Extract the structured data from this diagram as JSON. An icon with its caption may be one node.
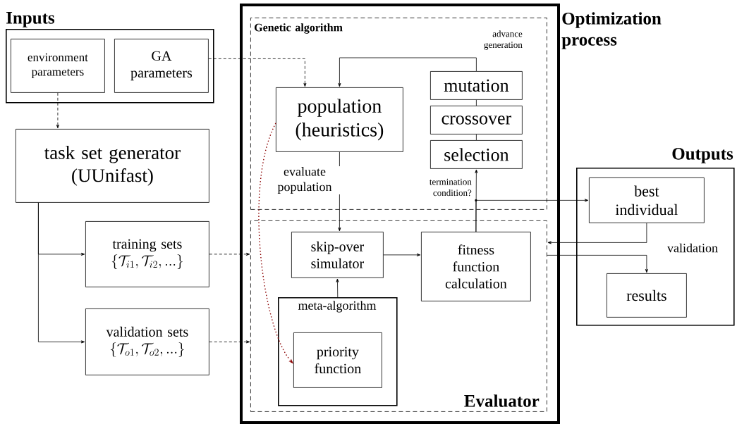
{
  "diagram": {
    "nodes": [
      {
        "text": [
          "Inputs"
        ]
      },
      {
        "text": [
          "environment parameters"
        ],
        "in": 0
      },
      {
        "text": [
          "GA parameters"
        ],
        "in": 0
      },
      {
        "text": [
          "task set generator (UUnifast)"
        ]
      },
      {
        "text": [
          "training sets",
          "\\{\\mathcal{T}_{i1}, \\mathcal{T}_{i2}, ...\\}"
        ]
      },
      {
        "text": [
          "validation sets",
          "\\{\\mathcal{T}_{o1}, \\mathcal{T}_{o2}, ...\\}"
        ]
      },
      {
        "text": [
          "Optimization process"
        ]
      },
      {
        "text": [
          "Genetic algorithm"
        ],
        "in": 6
      },
      {
        "text": [
          "population (heuristics)"
        ],
        "in": 7
      },
      {
        "text": [
          "mutation"
        ],
        "in": 7
      },
      {
        "text": [
          "crossover"
        ],
        "in": 7
      },
      {
        "text": [
          "selection"
        ],
        "in": 7
      },
      {
        "text": [
          "Evaluator"
        ],
        "in": 6
      },
      {
        "text": [
          "skip-over simulator"
        ],
        "in": 12
      },
      {
        "text": [
          "fitness function calculation"
        ],
        "in": 12
      },
      {
        "text": [
          "meta-algorithm"
        ],
        "in": 12
      },
      {
        "text": [
          "priority function"
        ],
        "in": 15
      },
      {
        "text": [
          "Outputs"
        ]
      },
      {
        "text": [
          "best individual"
        ],
        "in": 17
      },
      {
        "text": [
          "results"
        ],
        "in": 17
      }
    ],
    "edges": [
      {
        "from": 1,
        "to": 3,
        "arrow": "to",
        "style": "dashed"
      },
      {
        "from": 2,
        "to": 8,
        "arrow": "to",
        "style": "dashed"
      },
      {
        "from": 9,
        "to": 8,
        "arrow": "to",
        "label": "advance generation"
      },
      {
        "from": 10,
        "to": 9,
        "arrow": "none"
      },
      {
        "from": 11,
        "to": 10,
        "arrow": "none"
      },
      {
        "from": 8,
        "to": 13,
        "arrow": "to",
        "label": "evaluate population"
      },
      {
        "from": 14,
        "to": 11,
        "arrow": "to",
        "label": "termination condition?"
      },
      {
        "from": 14,
        "to": 18,
        "arrow": "to"
      },
      {
        "from": 13,
        "to": 14,
        "arrow": "to"
      },
      {
        "from": 15,
        "to": 13,
        "arrow": "to"
      },
      {
        "from": 8,
        "to": 16,
        "arrow": "to",
        "style": "dashed",
        "color": "#8b0000"
      },
      {
        "from": 4,
        "to": 12,
        "arrow": "to",
        "style": "dashed"
      },
      {
        "from": 5,
        "to": 12,
        "arrow": "to",
        "style": "dashed"
      },
      {
        "from": 3,
        "to": 4,
        "arrow": "to"
      },
      {
        "from": 3,
        "to": 5,
        "arrow": "to"
      },
      {
        "from": 18,
        "to": 12,
        "arrow": "to",
        "label": "validation"
      },
      {
        "from": 12,
        "to": 19,
        "arrow": "to"
      }
    ]
  }
}
